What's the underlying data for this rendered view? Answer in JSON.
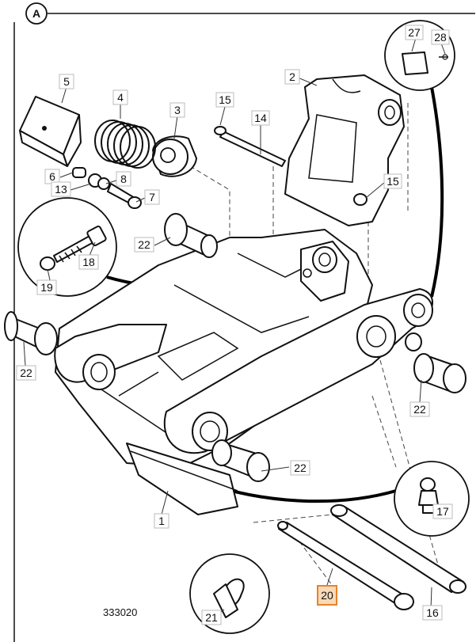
{
  "figure": {
    "sheet_letter": "A",
    "drawing_number": "333020",
    "highlighted_part": "20",
    "highlight_color": "#e8822a"
  },
  "labels": {
    "p1": "1",
    "p2": "2",
    "p3": "3",
    "p4": "4",
    "p5": "5",
    "p6": "6",
    "p7": "7",
    "p8": "8",
    "p13": "13",
    "p14": "14",
    "p15a": "15",
    "p15b": "15",
    "p16": "16",
    "p17": "17",
    "p18": "18",
    "p19": "19",
    "p20": "20",
    "p21": "21",
    "p22a": "22",
    "p22b": "22",
    "p22c": "22",
    "p22d": "22",
    "p27": "27",
    "p28": "28"
  }
}
